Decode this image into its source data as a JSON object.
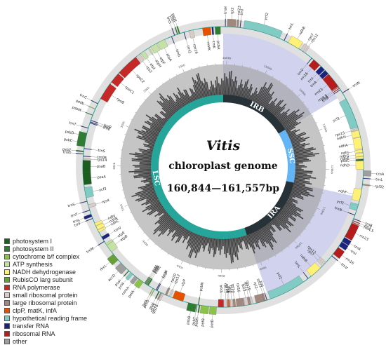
{
  "center": {
    "title": "Vitis",
    "subtitle": "chloroplast genome",
    "size_range": "160,844—161,557bp"
  },
  "regions": [
    {
      "name": "LSC",
      "color": "#26a69a",
      "start": 0,
      "end": 89000
    },
    {
      "name": "IRA",
      "color": "#263238",
      "start": 89000,
      "end": 115000
    },
    {
      "name": "SSC",
      "color": "#64b5f6",
      "start": 115000,
      "end": 134500
    },
    {
      "name": "IRB",
      "color": "#263238",
      "start": 134500,
      "end": 160844
    }
  ],
  "genome_length": 160844,
  "tick_step": 2000,
  "legend": [
    {
      "label": "photosystem I",
      "color": "#1b5e20"
    },
    {
      "label": "photosystem II",
      "color": "#2e7d32"
    },
    {
      "label": "cytochrome b/f complex",
      "color": "#8bc34a"
    },
    {
      "label": "ATP synthesis",
      "color": "#c5e1a5"
    },
    {
      "label": "NADH dehydrogenase",
      "color": "#fff176"
    },
    {
      "label": "RubisCO larg subunit",
      "color": "#689f38"
    },
    {
      "label": "RNA polymerase",
      "color": "#c62828"
    },
    {
      "label": "small ribosomal protein",
      "color": "#d7ccc8"
    },
    {
      "label": "large ribosomal protein",
      "color": "#a1887f"
    },
    {
      "label": "clpP, matK, infA",
      "color": "#e65100"
    },
    {
      "label": "hypothetical reading frame",
      "color": "#80cbc4"
    },
    {
      "label": "transfer RNA",
      "color": "#1a237e"
    },
    {
      "label": "ribosomal RNA",
      "color": "#b71c1c"
    },
    {
      "label": "other",
      "color": "#9e9e9e"
    }
  ],
  "genes": [
    {
      "name": "psbA",
      "pos": 500,
      "len": 1000,
      "cat": "photosystem II",
      "strand": "in"
    },
    {
      "name": "trnK",
      "pos": 1800,
      "len": 300,
      "cat": "transfer RNA",
      "strand": "in"
    },
    {
      "name": "matK",
      "pos": 2300,
      "len": 1500,
      "cat": "clpP, matK, infA",
      "strand": "in"
    },
    {
      "name": "rps16",
      "pos": 5500,
      "len": 800,
      "cat": "small ribosomal protein",
      "strand": "in"
    },
    {
      "name": "trnQ",
      "pos": 7200,
      "len": 100,
      "cat": "transfer RNA",
      "strand": "in"
    },
    {
      "name": "psbK",
      "pos": 8000,
      "len": 200,
      "cat": "photosystem II",
      "strand": "out"
    },
    {
      "name": "psbI",
      "pos": 8400,
      "len": 150,
      "cat": "photosystem II",
      "strand": "out"
    },
    {
      "name": "trnS",
      "pos": 9000,
      "len": 100,
      "cat": "transfer RNA",
      "strand": "out"
    },
    {
      "name": "trnG",
      "pos": 9600,
      "len": 100,
      "cat": "transfer RNA",
      "strand": "in"
    },
    {
      "name": "atpA",
      "pos": 11000,
      "len": 1500,
      "cat": "ATP synthesis",
      "strand": "in"
    },
    {
      "name": "atpF",
      "pos": 12700,
      "len": 1200,
      "cat": "ATP synthesis",
      "strand": "in"
    },
    {
      "name": "atpH",
      "pos": 14200,
      "len": 250,
      "cat": "ATP synthesis",
      "strand": "in"
    },
    {
      "name": "atpI",
      "pos": 15300,
      "len": 750,
      "cat": "ATP synthesis",
      "strand": "in"
    },
    {
      "name": "rps2",
      "pos": 16300,
      "len": 700,
      "cat": "small ribosomal protein",
      "strand": "in"
    },
    {
      "name": "rpoC2",
      "pos": 17200,
      "len": 4200,
      "cat": "RNA polymerase",
      "strand": "in"
    },
    {
      "name": "rpoC1",
      "pos": 21600,
      "len": 2000,
      "cat": "RNA polymerase",
      "strand": "in"
    },
    {
      "name": "rpoB",
      "pos": 24000,
      "len": 3200,
      "cat": "RNA polymerase",
      "strand": "in"
    },
    {
      "name": "trnC",
      "pos": 28200,
      "len": 100,
      "cat": "transfer RNA",
      "strand": "out"
    },
    {
      "name": "petN",
      "pos": 29300,
      "len": 100,
      "cat": "cytochrome b/f complex",
      "strand": "out"
    },
    {
      "name": "psbM",
      "pos": 30500,
      "len": 100,
      "cat": "photosystem II",
      "strand": "out"
    },
    {
      "name": "trnD",
      "pos": 31500,
      "len": 100,
      "cat": "transfer RNA",
      "strand": "in"
    },
    {
      "name": "trnY",
      "pos": 31800,
      "len": 100,
      "cat": "transfer RNA",
      "strand": "in"
    },
    {
      "name": "trnE",
      "pos": 32000,
      "len": 100,
      "cat": "transfer RNA",
      "strand": "in"
    },
    {
      "name": "trnT",
      "pos": 33000,
      "len": 100,
      "cat": "transfer RNA",
      "strand": "out"
    },
    {
      "name": "psbD",
      "pos": 34000,
      "len": 1100,
      "cat": "photosystem II",
      "strand": "out"
    },
    {
      "name": "psbC",
      "pos": 35100,
      "len": 1400,
      "cat": "photosystem II",
      "strand": "out"
    },
    {
      "name": "trnS",
      "pos": 36800,
      "len": 100,
      "cat": "transfer RNA",
      "strand": "in"
    },
    {
      "name": "psbZ",
      "pos": 37300,
      "len": 200,
      "cat": "photosystem II",
      "strand": "out"
    },
    {
      "name": "trnG",
      "pos": 37800,
      "len": 100,
      "cat": "transfer RNA",
      "strand": "out"
    },
    {
      "name": "trnfM",
      "pos": 38200,
      "len": 100,
      "cat": "transfer RNA",
      "strand": "in"
    },
    {
      "name": "rps14",
      "pos": 38600,
      "len": 300,
      "cat": "small ribosomal protein",
      "strand": "in"
    },
    {
      "name": "psaB",
      "pos": 39000,
      "len": 2200,
      "cat": "photosystem I",
      "strand": "in"
    },
    {
      "name": "psaA",
      "pos": 41200,
      "len": 2300,
      "cat": "photosystem I",
      "strand": "in"
    },
    {
      "name": "ycf3",
      "pos": 44000,
      "len": 1900,
      "cat": "hypothetical reading frame",
      "strand": "in"
    },
    {
      "name": "trnS",
      "pos": 46500,
      "len": 100,
      "cat": "transfer RNA",
      "strand": "out"
    },
    {
      "name": "rps4",
      "pos": 47200,
      "len": 600,
      "cat": "small ribosomal protein",
      "strand": "in"
    },
    {
      "name": "trnT",
      "pos": 48200,
      "len": 100,
      "cat": "transfer RNA",
      "strand": "out"
    },
    {
      "name": "trnL",
      "pos": 49000,
      "len": 500,
      "cat": "transfer RNA",
      "strand": "out"
    },
    {
      "name": "trnF",
      "pos": 49800,
      "len": 100,
      "cat": "transfer RNA",
      "strand": "out"
    },
    {
      "name": "ndhJ",
      "pos": 50800,
      "len": 500,
      "cat": "NADH dehydrogenase",
      "strand": "in"
    },
    {
      "name": "ndhK",
      "pos": 51400,
      "len": 700,
      "cat": "NADH dehydrogenase",
      "strand": "in"
    },
    {
      "name": "ndhC",
      "pos": 52200,
      "len": 400,
      "cat": "NADH dehydrogenase",
      "strand": "in"
    },
    {
      "name": "trnV",
      "pos": 53600,
      "len": 600,
      "cat": "transfer RNA",
      "strand": "in"
    },
    {
      "name": "trnM",
      "pos": 54500,
      "len": 100,
      "cat": "transfer RNA",
      "strand": "out"
    },
    {
      "name": "atpE",
      "pos": 55000,
      "len": 400,
      "cat": "ATP synthesis",
      "strand": "in"
    },
    {
      "name": "atpB",
      "pos": 55400,
      "len": 1500,
      "cat": "ATP synthesis",
      "strand": "in"
    },
    {
      "name": "rbcL",
      "pos": 57400,
      "len": 1400,
      "cat": "RubisCO larg subunit",
      "strand": "out"
    },
    {
      "name": "accD",
      "pos": 59500,
      "len": 1500,
      "cat": "other",
      "strand": "out"
    },
    {
      "name": "psaI",
      "pos": 61500,
      "len": 120,
      "cat": "photosystem I",
      "strand": "out"
    },
    {
      "name": "ycf4",
      "pos": 62000,
      "len": 550,
      "cat": "hypothetical reading frame",
      "strand": "out"
    },
    {
      "name": "cemA",
      "pos": 63000,
      "len": 700,
      "cat": "other",
      "strand": "out"
    },
    {
      "name": "petA",
      "pos": 63900,
      "len": 1000,
      "cat": "cytochrome b/f complex",
      "strand": "out"
    },
    {
      "name": "psbJ",
      "pos": 65200,
      "len": 120,
      "cat": "photosystem II",
      "strand": "in"
    },
    {
      "name": "psbL",
      "pos": 65400,
      "len": 120,
      "cat": "photosystem II",
      "strand": "in"
    },
    {
      "name": "psbF",
      "pos": 65600,
      "len": 120,
      "cat": "photosystem II",
      "strand": "in"
    },
    {
      "name": "psbE",
      "pos": 65800,
      "len": 250,
      "cat": "photosystem II",
      "strand": "in"
    },
    {
      "name": "petL",
      "pos": 67000,
      "len": 100,
      "cat": "cytochrome b/f complex",
      "strand": "out"
    },
    {
      "name": "petG",
      "pos": 67300,
      "len": 100,
      "cat": "cytochrome b/f complex",
      "strand": "out"
    },
    {
      "name": "trnW",
      "pos": 67600,
      "len": 100,
      "cat": "transfer RNA",
      "strand": "in"
    },
    {
      "name": "trnP",
      "pos": 67800,
      "len": 100,
      "cat": "transfer RNA",
      "strand": "in"
    },
    {
      "name": "psaJ",
      "pos": 68200,
      "len": 150,
      "cat": "photosystem I",
      "strand": "out"
    },
    {
      "name": "rpl33",
      "pos": 68600,
      "len": 200,
      "cat": "large ribosomal protein",
      "strand": "out"
    },
    {
      "name": "rps18",
      "pos": 68900,
      "len": 300,
      "cat": "small ribosomal protein",
      "strand": "out"
    },
    {
      "name": "rpl20",
      "pos": 69500,
      "len": 350,
      "cat": "large ribosomal protein",
      "strand": "in"
    },
    {
      "name": "rps12",
      "pos": 70300,
      "len": 300,
      "cat": "small ribosomal protein",
      "strand": "in"
    },
    {
      "name": "clpP",
      "pos": 71000,
      "len": 2000,
      "cat": "clpP, matK, infA",
      "strand": "in"
    },
    {
      "name": "psbB",
      "pos": 74000,
      "len": 1500,
      "cat": "photosystem II",
      "strand": "out"
    },
    {
      "name": "psbT",
      "pos": 75600,
      "len": 100,
      "cat": "photosystem II",
      "strand": "out"
    },
    {
      "name": "psbN",
      "pos": 75800,
      "len": 120,
      "cat": "photosystem II",
      "strand": "in"
    },
    {
      "name": "psbH",
      "pos": 76000,
      "len": 200,
      "cat": "photosystem II",
      "strand": "out"
    },
    {
      "name": "petB",
      "pos": 76400,
      "len": 1400,
      "cat": "cytochrome b/f complex",
      "strand": "out"
    },
    {
      "name": "petD",
      "pos": 78000,
      "len": 1200,
      "cat": "cytochrome b/f complex",
      "strand": "out"
    },
    {
      "name": "rpoA",
      "pos": 79500,
      "len": 1000,
      "cat": "RNA polymerase",
      "strand": "in"
    },
    {
      "name": "rps11",
      "pos": 80700,
      "len": 400,
      "cat": "small ribosomal protein",
      "strand": "in"
    },
    {
      "name": "rpl36",
      "pos": 81200,
      "len": 150,
      "cat": "large ribosomal protein",
      "strand": "in"
    },
    {
      "name": "infA",
      "pos": 81400,
      "len": 250,
      "cat": "clpP, matK, infA",
      "strand": "in"
    },
    {
      "name": "rps8",
      "pos": 81800,
      "len": 400,
      "cat": "small ribosomal protein",
      "strand": "in"
    },
    {
      "name": "rpl14",
      "pos": 82300,
      "len": 400,
      "cat": "large ribosomal protein",
      "strand": "in"
    },
    {
      "name": "rpl16",
      "pos": 82900,
      "len": 1400,
      "cat": "large ribosomal protein",
      "strand": "in"
    },
    {
      "name": "rps3",
      "pos": 84400,
      "len": 650,
      "cat": "small ribosomal protein",
      "strand": "in"
    },
    {
      "name": "rpl22",
      "pos": 85100,
      "len": 400,
      "cat": "large ribosomal protein",
      "strand": "in"
    },
    {
      "name": "rps19",
      "pos": 85600,
      "len": 300,
      "cat": "small ribosomal protein",
      "strand": "in"
    },
    {
      "name": "rpl2",
      "pos": 86500,
      "len": 1500,
      "cat": "large ribosomal protein",
      "strand": "in"
    },
    {
      "name": "rpl23",
      "pos": 88000,
      "len": 300,
      "cat": "large ribosomal protein",
      "strand": "in"
    },
    {
      "name": "trnI",
      "pos": 88500,
      "len": 100,
      "cat": "transfer RNA",
      "strand": "in"
    },
    {
      "name": "ycf2",
      "pos": 89200,
      "len": 6800,
      "cat": "hypothetical reading frame",
      "strand": "in"
    },
    {
      "name": "trnL",
      "pos": 97000,
      "len": 100,
      "cat": "transfer RNA",
      "strand": "in"
    },
    {
      "name": "ndhB",
      "pos": 97800,
      "len": 2200,
      "cat": "NADH dehydrogenase",
      "strand": "in"
    },
    {
      "name": "rps7",
      "pos": 100500,
      "len": 500,
      "cat": "small ribosomal protein",
      "strand": "in"
    },
    {
      "name": "rps12",
      "pos": 101200,
      "len": 300,
      "cat": "small ribosomal protein",
      "strand": "in"
    },
    {
      "name": "trnV",
      "pos": 103000,
      "len": 100,
      "cat": "transfer RNA",
      "strand": "out"
    },
    {
      "name": "rrn16",
      "pos": 103500,
      "len": 1500,
      "cat": "ribosomal RNA",
      "strand": "out"
    },
    {
      "name": "trnI",
      "pos": 105300,
      "len": 900,
      "cat": "transfer RNA",
      "strand": "out"
    },
    {
      "name": "trnA",
      "pos": 106300,
      "len": 850,
      "cat": "transfer RNA",
      "strand": "out"
    },
    {
      "name": "rrn23",
      "pos": 107300,
      "len": 2800,
      "cat": "ribosomal RNA",
      "strand": "out"
    },
    {
      "name": "rrn4.5",
      "pos": 110200,
      "len": 100,
      "cat": "ribosomal RNA",
      "strand": "out"
    },
    {
      "name": "rrn5",
      "pos": 110500,
      "len": 120,
      "cat": "ribosomal RNA",
      "strand": "out"
    },
    {
      "name": "trnR",
      "pos": 110900,
      "len": 100,
      "cat": "transfer RNA",
      "strand": "out"
    },
    {
      "name": "trnN",
      "pos": 111600,
      "len": 100,
      "cat": "transfer RNA",
      "strand": "in"
    },
    {
      "name": "ycf1",
      "pos": 112500,
      "len": 1200,
      "cat": "hypothetical reading frame",
      "strand": "in"
    },
    {
      "name": "ndhF",
      "pos": 114300,
      "len": 2200,
      "cat": "NADH dehydrogenase",
      "strand": "in"
    },
    {
      "name": "rpl32",
      "pos": 117300,
      "len": 200,
      "cat": "large ribosomal protein",
      "strand": "out"
    },
    {
      "name": "trnL",
      "pos": 118500,
      "len": 100,
      "cat": "transfer RNA",
      "strand": "out"
    },
    {
      "name": "ccsA",
      "pos": 119000,
      "len": 950,
      "cat": "other",
      "strand": "out"
    },
    {
      "name": "ndhD",
      "pos": 120200,
      "len": 1500,
      "cat": "NADH dehydrogenase",
      "strand": "in"
    },
    {
      "name": "psaC",
      "pos": 121800,
      "len": 250,
      "cat": "photosystem I",
      "strand": "in"
    },
    {
      "name": "ndhE",
      "pos": 122200,
      "len": 300,
      "cat": "NADH dehydrogenase",
      "strand": "in"
    },
    {
      "name": "ndhG",
      "pos": 122600,
      "len": 550,
      "cat": "NADH dehydrogenase",
      "strand": "in"
    },
    {
      "name": "ndhI",
      "pos": 123300,
      "len": 500,
      "cat": "NADH dehydrogenase",
      "strand": "in"
    },
    {
      "name": "ndhA",
      "pos": 124000,
      "len": 2100,
      "cat": "NADH dehydrogenase",
      "strand": "in"
    },
    {
      "name": "ndhH",
      "pos": 126200,
      "len": 1200,
      "cat": "NADH dehydrogenase",
      "strand": "in"
    },
    {
      "name": "rps15",
      "pos": 127500,
      "len": 300,
      "cat": "small ribosomal protein",
      "strand": "in"
    },
    {
      "name": "ycf1",
      "pos": 128000,
      "len": 5600,
      "cat": "hypothetical reading frame",
      "strand": "in"
    },
    {
      "name": "trnN",
      "pos": 134800,
      "len": 100,
      "cat": "transfer RNA",
      "strand": "out"
    },
    {
      "name": "trnR",
      "pos": 135500,
      "len": 100,
      "cat": "transfer RNA",
      "strand": "in"
    },
    {
      "name": "rrn5",
      "pos": 135800,
      "len": 120,
      "cat": "ribosomal RNA",
      "strand": "in"
    },
    {
      "name": "rrn4.5",
      "pos": 136100,
      "len": 100,
      "cat": "ribosomal RNA",
      "strand": "in"
    },
    {
      "name": "rrn23",
      "pos": 136300,
      "len": 2800,
      "cat": "ribosomal RNA",
      "strand": "in"
    },
    {
      "name": "trnA",
      "pos": 139200,
      "len": 850,
      "cat": "transfer RNA",
      "strand": "in"
    },
    {
      "name": "trnI",
      "pos": 140200,
      "len": 900,
      "cat": "transfer RNA",
      "strand": "in"
    },
    {
      "name": "rrn16",
      "pos": 141400,
      "len": 1500,
      "cat": "ribosomal RNA",
      "strand": "in"
    },
    {
      "name": "trnV",
      "pos": 143300,
      "len": 100,
      "cat": "transfer RNA",
      "strand": "in"
    },
    {
      "name": "rps12",
      "pos": 144900,
      "len": 300,
      "cat": "small ribosomal protein",
      "strand": "out"
    },
    {
      "name": "rps7",
      "pos": 145400,
      "len": 500,
      "cat": "small ribosomal protein",
      "strand": "out"
    },
    {
      "name": "ndhB",
      "pos": 146300,
      "len": 2200,
      "cat": "NADH dehydrogenase",
      "strand": "out"
    },
    {
      "name": "trnL",
      "pos": 149300,
      "len": 100,
      "cat": "transfer RNA",
      "strand": "out"
    },
    {
      "name": "ycf2",
      "pos": 150300,
      "len": 6800,
      "cat": "hypothetical reading frame",
      "strand": "out"
    },
    {
      "name": "trnI",
      "pos": 157700,
      "len": 100,
      "cat": "transfer RNA",
      "strand": "out"
    },
    {
      "name": "rpl23",
      "pos": 158100,
      "len": 300,
      "cat": "large ribosomal protein",
      "strand": "out"
    },
    {
      "name": "rpl2",
      "pos": 158600,
      "len": 1500,
      "cat": "large ribosomal protein",
      "strand": "out"
    },
    {
      "name": "trnH",
      "pos": 160400,
      "len": 100,
      "cat": "transfer RNA",
      "strand": "out"
    }
  ]
}
